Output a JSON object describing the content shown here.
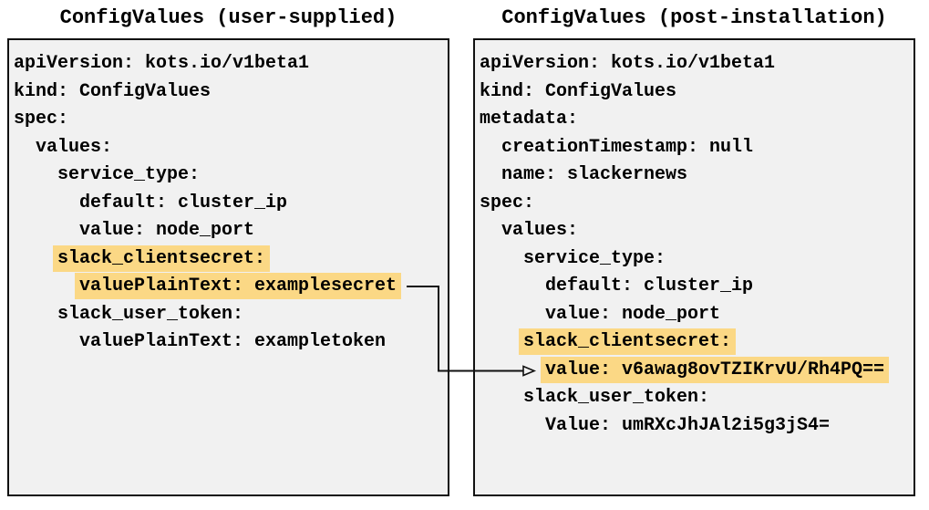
{
  "diagram": {
    "left_panel": {
      "title": "ConfigValues (user-supplied)",
      "lines": [
        {
          "indent": 0,
          "text": "apiVersion: kots.io/v1beta1",
          "highlight": false
        },
        {
          "indent": 0,
          "text": "kind: ConfigValues",
          "highlight": false
        },
        {
          "indent": 0,
          "text": "spec:",
          "highlight": false
        },
        {
          "indent": 1,
          "text": "values:",
          "highlight": false
        },
        {
          "indent": 2,
          "text": "service_type:",
          "highlight": false
        },
        {
          "indent": 3,
          "text": "default: cluster_ip",
          "highlight": false
        },
        {
          "indent": 3,
          "text": "value: node_port",
          "highlight": false
        },
        {
          "indent": 2,
          "text": "slack_clientsecret:",
          "highlight": true
        },
        {
          "indent": 3,
          "text": "valuePlainText: examplesecret",
          "highlight": true
        },
        {
          "indent": 2,
          "text": "slack_user_token:",
          "highlight": false
        },
        {
          "indent": 3,
          "text": "valuePlainText: exampletoken",
          "highlight": false
        }
      ]
    },
    "right_panel": {
      "title": "ConfigValues (post-installation)",
      "lines": [
        {
          "indent": 0,
          "text": "apiVersion: kots.io/v1beta1",
          "highlight": false
        },
        {
          "indent": 0,
          "text": "kind: ConfigValues",
          "highlight": false
        },
        {
          "indent": 0,
          "text": "metadata:",
          "highlight": false
        },
        {
          "indent": 1,
          "text": "creationTimestamp: null",
          "highlight": false
        },
        {
          "indent": 1,
          "text": "name: slackernews",
          "highlight": false
        },
        {
          "indent": 0,
          "text": "spec:",
          "highlight": false
        },
        {
          "indent": 1,
          "text": "values:",
          "highlight": false
        },
        {
          "indent": 2,
          "text": "service_type:",
          "highlight": false
        },
        {
          "indent": 3,
          "text": "default: cluster_ip",
          "highlight": false
        },
        {
          "indent": 3,
          "text": "value: node_port",
          "highlight": false
        },
        {
          "indent": 2,
          "text": "slack_clientsecret:",
          "highlight": true
        },
        {
          "indent": 3,
          "text": "value: v6awag8ovTZIKrvU/Rh4PQ==",
          "highlight": true
        },
        {
          "indent": 2,
          "text": "slack_user_token:",
          "highlight": false
        },
        {
          "indent": 3,
          "text": "Value: umRXcJhJAl2i5g3jS4=",
          "highlight": false
        }
      ]
    },
    "arrow": {
      "from_text": "valuePlainText: examplesecret",
      "to_text": "value: v6awag8ovTZIKrvU/Rh4PQ=="
    },
    "colors": {
      "highlight": "#fbd885",
      "panel_bg": "#f1f1f1",
      "ink": "#111111"
    }
  }
}
